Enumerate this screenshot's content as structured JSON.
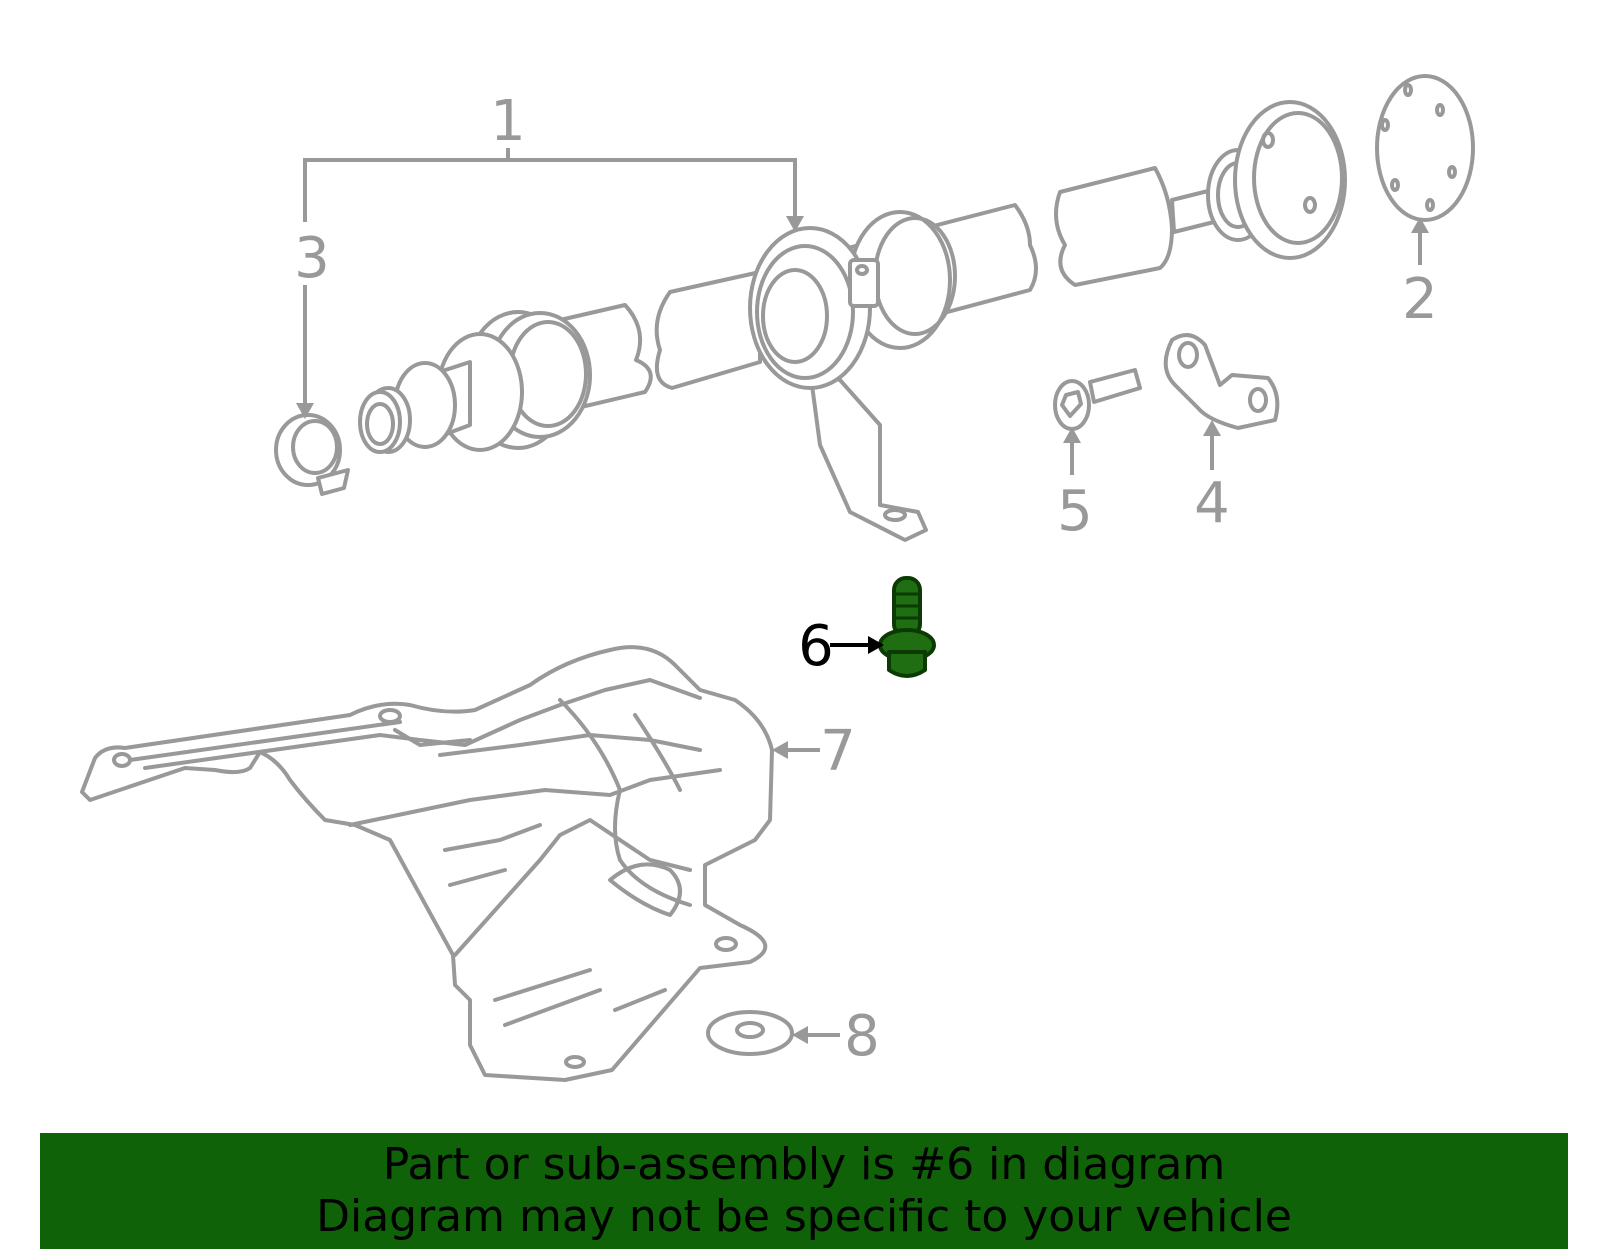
{
  "callouts": {
    "c1": "1",
    "c2": "2",
    "c3": "3",
    "c4": "4",
    "c5": "5",
    "c6": "6",
    "c7": "7",
    "c8": "8"
  },
  "highlight": {
    "part_number": "6",
    "color": "#1f6f12"
  },
  "colors": {
    "line_art": "#999999",
    "banner_background": "#0f6208",
    "banner_text": "#000000"
  },
  "banner": {
    "line1": "Part or sub-assembly is #6 in diagram",
    "line2": "Diagram may not be specific to your vehicle"
  }
}
